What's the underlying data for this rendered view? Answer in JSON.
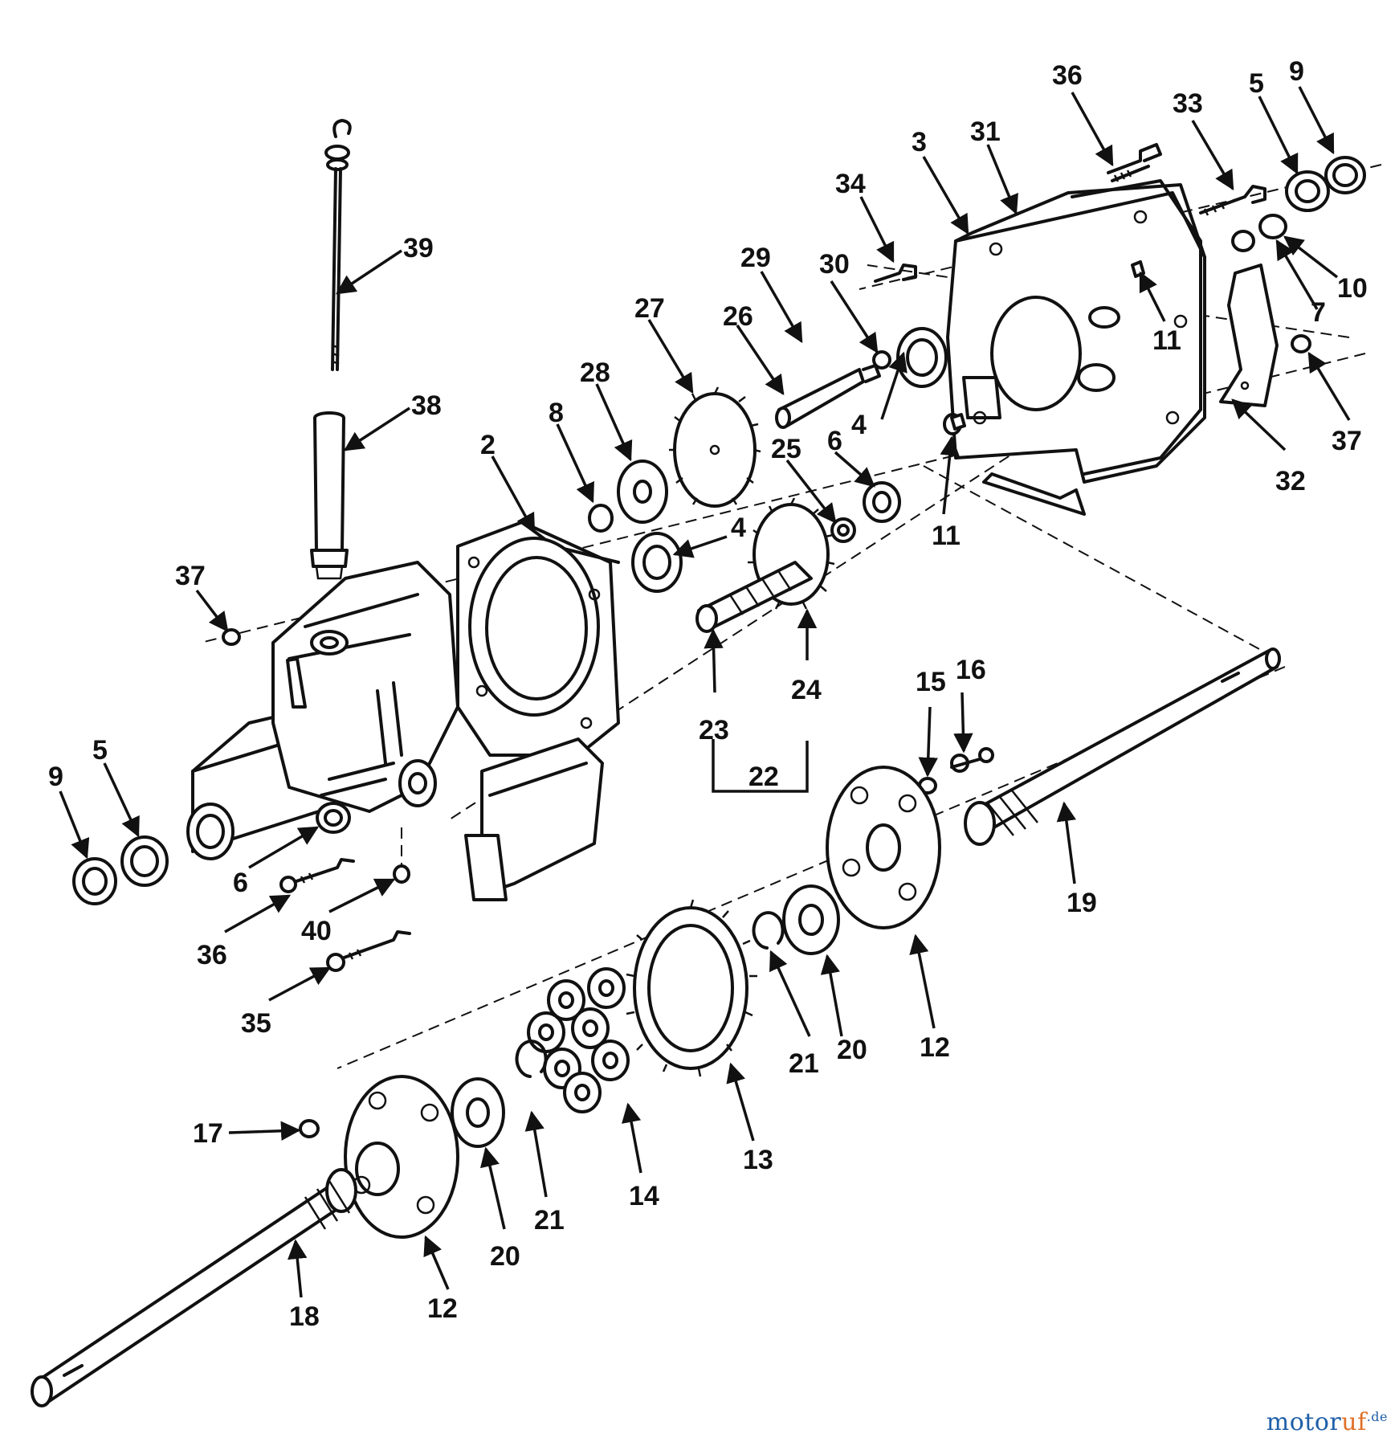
{
  "diagram": {
    "labels": [
      "36",
      "9",
      "5",
      "33",
      "3",
      "31",
      "34",
      "39",
      "29",
      "30",
      "10",
      "7",
      "11",
      "27",
      "26",
      "28",
      "8",
      "4",
      "2",
      "6",
      "25",
      "37",
      "38",
      "32",
      "23",
      "24",
      "22",
      "15",
      "16",
      "19",
      "21",
      "20",
      "12",
      "13",
      "14",
      "17",
      "18",
      "35",
      "40"
    ],
    "watermark": {
      "main": "motor",
      "accent": "uf",
      "suffix": ".de"
    }
  }
}
